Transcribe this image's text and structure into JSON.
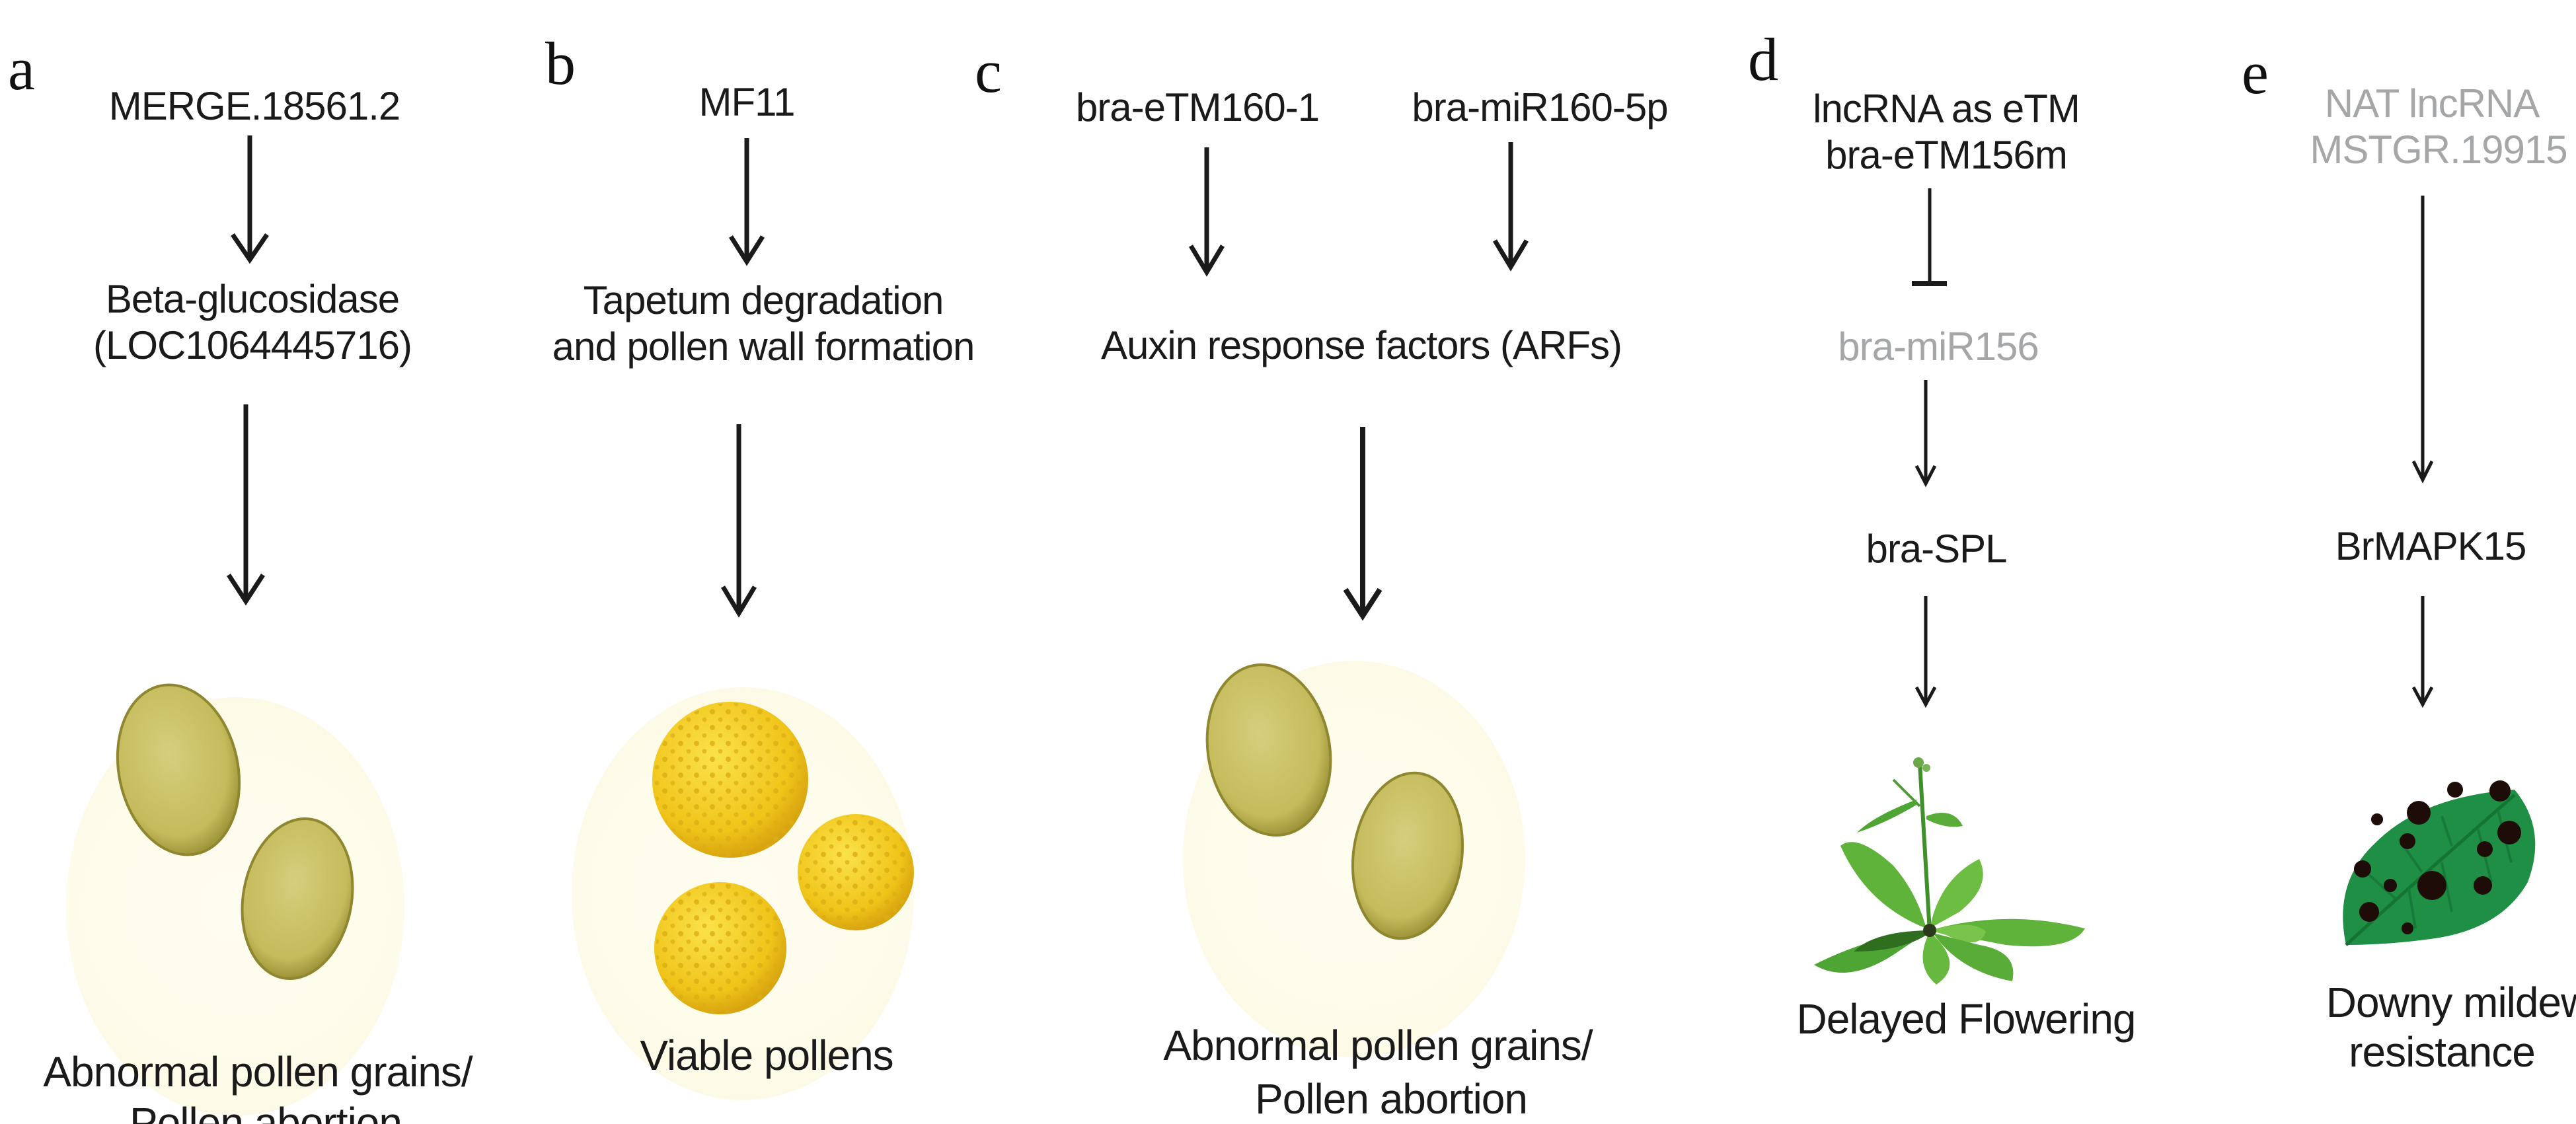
{
  "figure": {
    "panels": [
      {
        "letter": "a",
        "nodes": [
          "MERGE.18561.2",
          "Beta-glucosidase",
          "(LOC1064445716)"
        ],
        "outcome": [
          "Abnormal pollen grains/",
          "Pollen abortion"
        ],
        "illustration": "abnormal-pollen-icon"
      },
      {
        "letter": "b",
        "nodes": [
          "MF11",
          "Tapetum degradation",
          "and pollen wall formation"
        ],
        "outcome": [
          "Viable pollens"
        ],
        "illustration": "viable-pollen-icon"
      },
      {
        "letter": "c",
        "nodes": [
          "bra-eTM160-1",
          "bra-miR160-5p",
          "Auxin response factors (ARFs)"
        ],
        "outcome": [
          "Abnormal pollen grains/",
          "Pollen abortion"
        ],
        "illustration": "abnormal-pollen-icon"
      },
      {
        "letter": "d",
        "nodes": [
          "lncRNA as eTM",
          "bra-eTM156m",
          "bra-miR156",
          "bra-SPL"
        ],
        "outcome": [
          "Delayed Flowering"
        ],
        "illustration": "plant-icon"
      },
      {
        "letter": "e",
        "nodes": [
          "NAT lncRNA",
          "MSTGR.19915",
          "BrMAPK15"
        ],
        "outcome": [
          "Downy mildew",
          "resistance"
        ],
        "illustration": "diseased-leaf-icon"
      }
    ],
    "colors": {
      "text": "#1a1a1a",
      "muted_text": "#a4a6a8",
      "abnormal_pollen": "#c9c164",
      "viable_pollen": "#f2c81c",
      "halo": "#fdfbe8",
      "plant_green": "#5fb33a",
      "leaf_green": "#1f8f45",
      "leaf_spot": "#1e0c08"
    }
  }
}
